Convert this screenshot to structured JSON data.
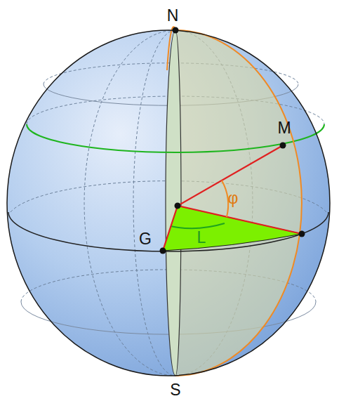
{
  "diagram": {
    "labels": [
      "N",
      "M",
      "φ",
      "G",
      "L",
      "S"
    ]
  }
}
